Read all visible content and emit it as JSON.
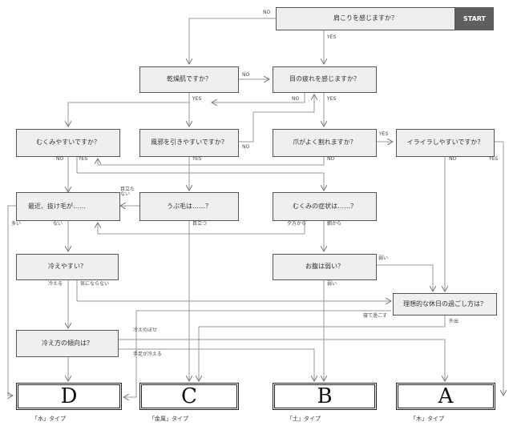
{
  "questions": {
    "q_katakori": "肩こりを感じますか？",
    "q_kansou": "乾燥肌ですか？",
    "q_me": "目の疲れを感じますか？",
    "q_mukumi": "むくみやすいですか？",
    "q_kaze": "風邪を引きやすいですか？",
    "q_tsume": "爪がよく割れますか？",
    "q_iraira": "イライラしやすいですか？",
    "q_nukege": "最近、抜け毛が……",
    "q_ubuge": "うぶ毛は……？",
    "q_mukumi_shoujou": "むくみの症状は……？",
    "q_hie": "冷えやすい？",
    "q_onaka": "お腹は弱い？",
    "q_kyujitsu": "理想的な休日の過ごし方は？",
    "q_hiekata": "冷え方の傾向は？"
  },
  "start_label": "START",
  "results": {
    "d": {
      "letter": "D",
      "caption": "「水」タイプ"
    },
    "c": {
      "letter": "C",
      "caption": "「金属」タイプ"
    },
    "b": {
      "letter": "B",
      "caption": "「土」タイプ"
    },
    "a": {
      "letter": "A",
      "caption": "「木」タイプ"
    }
  },
  "branch_labels": {
    "no": "NO",
    "yes": "YES",
    "medatanai": "目立た\nない",
    "medatsu": "目立つ",
    "ooi": "多い",
    "nai": "ない",
    "yugata": "夕方から",
    "asa": "朝から",
    "hieru": "冷える",
    "kininaranai": "気にならない",
    "yowai": "弱い",
    "neru": "寝て過ごす",
    "gaishutsu": "外出",
    "nobose": "冷えのぼせ",
    "teashi": "手足が冷える"
  },
  "colors": {
    "box_fill": "#efefef",
    "start_fill": "#5f5f5f",
    "line": "#999999"
  }
}
